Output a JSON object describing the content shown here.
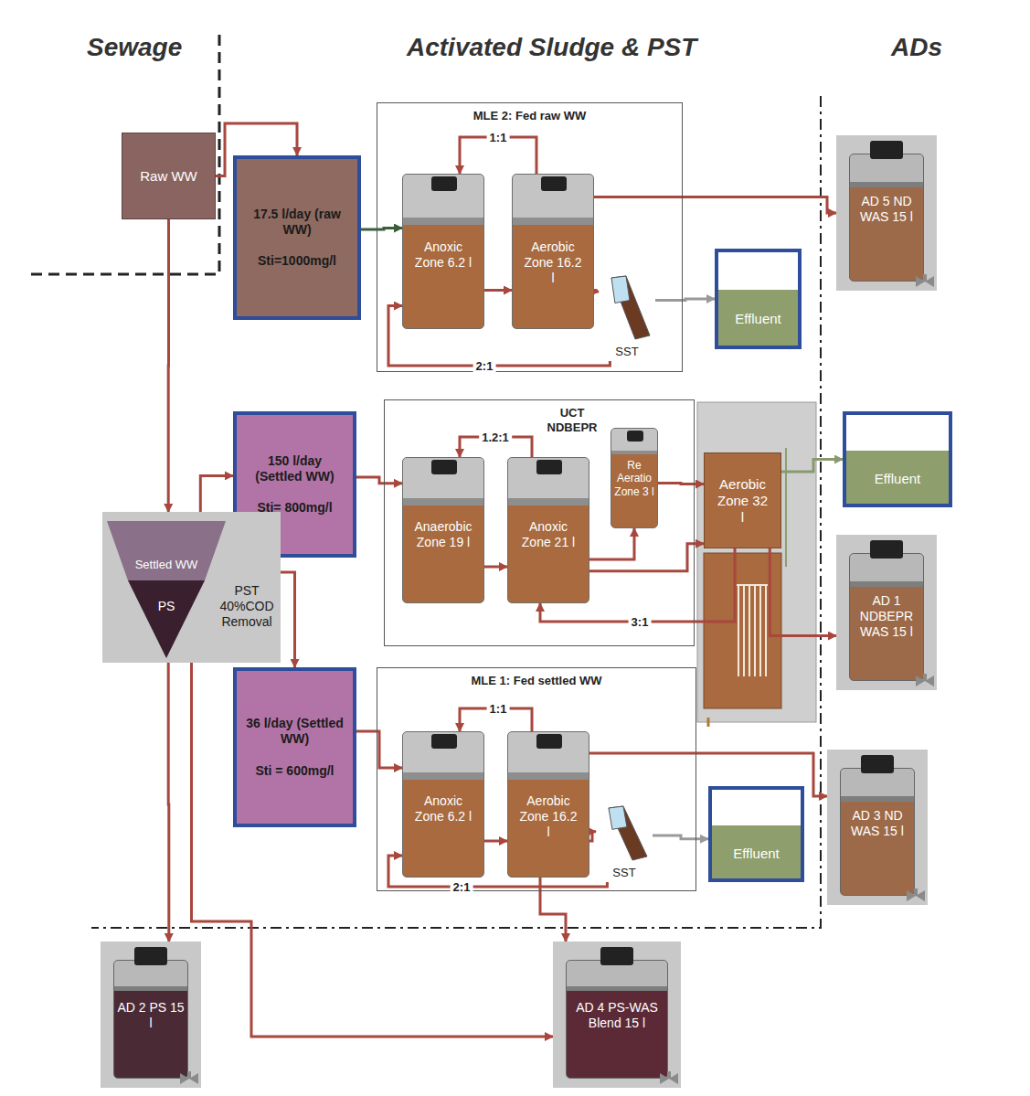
{
  "diagram": {
    "nodes": [
      {
        "text": [
          "Raw WW"
        ]
      },
      {
        "text": [
          "17.5 l/day (raw WW)",
          "Sti=1000mg/l"
        ]
      },
      {
        "text": [
          "MLE 2: Fed raw WW"
        ]
      },
      {
        "text": [
          "Anoxic Zone 6.2 l"
        ],
        "in": 2
      },
      {
        "text": [
          "Aerobic Zone 16.2 l"
        ],
        "in": 2
      },
      {
        "text": [
          "SST"
        ],
        "in": 2
      },
      {
        "text": [
          "Effluent"
        ]
      },
      {
        "text": [
          "AD 5 ND WAS 15 l"
        ]
      },
      {
        "text": [
          "150 l/day (Settled WW)",
          "Sti= 800mg/l"
        ]
      },
      {
        "text": [
          "UCT NDBEPR"
        ]
      },
      {
        "text": [
          "Anaerobic Zone 19 l"
        ],
        "in": 9
      },
      {
        "text": [
          "Anoxic Zone 21 l"
        ],
        "in": 9
      },
      {
        "text": [
          "Re Aeratio Zone 3 l"
        ],
        "in": 9
      },
      {
        "text": [
          "Aerobic Zone 32 l"
        ]
      },
      {
        "text": [
          "Effluent"
        ]
      },
      {
        "text": [
          "AD 1 NDBEPR WAS 15 l"
        ]
      },
      {
        "text": [
          "Settled WW",
          "PS",
          "PST 40%COD Removal"
        ]
      },
      {
        "text": [
          "36 l/day (Settled WW)",
          "Sti = 600mg/l"
        ]
      },
      {
        "text": [
          "MLE 1: Fed settled WW"
        ]
      },
      {
        "text": [
          "Anoxic Zone 6.2 l"
        ],
        "in": 18
      },
      {
        "text": [
          "Aerobic Zone 16.2 l"
        ],
        "in": 18
      },
      {
        "text": [
          "SST"
        ],
        "in": 18
      },
      {
        "text": [
          "Effluent"
        ]
      },
      {
        "text": [
          "AD 3 ND WAS 15 l"
        ]
      },
      {
        "text": [
          "AD 2 PS 15 l"
        ]
      },
      {
        "text": [
          "AD 4 PS-WAS Blend 15 l"
        ]
      }
    ],
    "edges": [
      {
        "from": 0,
        "to": 1,
        "arrow": "to"
      },
      {
        "from": 0,
        "to": 16,
        "arrow": "to"
      },
      {
        "from": 1,
        "to": 3,
        "arrow": "to"
      },
      {
        "from": 3,
        "to": 4,
        "arrow": "to"
      },
      {
        "from": 4,
        "to": 3,
        "label": "1:1",
        "arrow": "to"
      },
      {
        "from": 4,
        "to": 5,
        "arrow": "to"
      },
      {
        "from": 5,
        "to": 6,
        "arrow": "to"
      },
      {
        "from": 5,
        "to": 3,
        "label": "2:1",
        "arrow": "to"
      },
      {
        "from": 4,
        "to": 7,
        "arrow": "to"
      },
      {
        "from": 16,
        "to": 8,
        "arrow": "to"
      },
      {
        "from": 16,
        "to": 17,
        "arrow": "to"
      },
      {
        "from": 8,
        "to": 10,
        "arrow": "to"
      },
      {
        "from": 10,
        "to": 11,
        "arrow": "to"
      },
      {
        "from": 11,
        "to": 10,
        "label": "1.2:1",
        "arrow": "to"
      },
      {
        "from": 11,
        "to": 12,
        "arrow": "to"
      },
      {
        "from": 12,
        "to": 13,
        "arrow": "to"
      },
      {
        "from": 11,
        "to": 13,
        "arrow": "to"
      },
      {
        "from": 13,
        "to": 14,
        "arrow": "to"
      },
      {
        "from": 13,
        "to": 15,
        "arrow": "to"
      },
      {
        "from": 13,
        "to": 11,
        "label": "3:1",
        "arrow": "to"
      },
      {
        "from": 17,
        "to": 19,
        "arrow": "to"
      },
      {
        "from": 19,
        "to": 20,
        "arrow": "to"
      },
      {
        "from": 20,
        "to": 19,
        "label": "1:1",
        "arrow": "to"
      },
      {
        "from": 20,
        "to": 21,
        "arrow": "to"
      },
      {
        "from": 21,
        "to": 22,
        "arrow": "to"
      },
      {
        "from": 21,
        "to": 19,
        "label": "2:1",
        "arrow": "to"
      },
      {
        "from": 20,
        "to": 23,
        "arrow": "to"
      },
      {
        "from": 20,
        "to": 25,
        "arrow": "to"
      },
      {
        "from": 16,
        "to": 24,
        "arrow": "to"
      },
      {
        "from": 16,
        "to": 25,
        "arrow": "to"
      }
    ],
    "labels": [
      "Sewage",
      "Activated Sludge & PST",
      "ADs"
    ]
  }
}
